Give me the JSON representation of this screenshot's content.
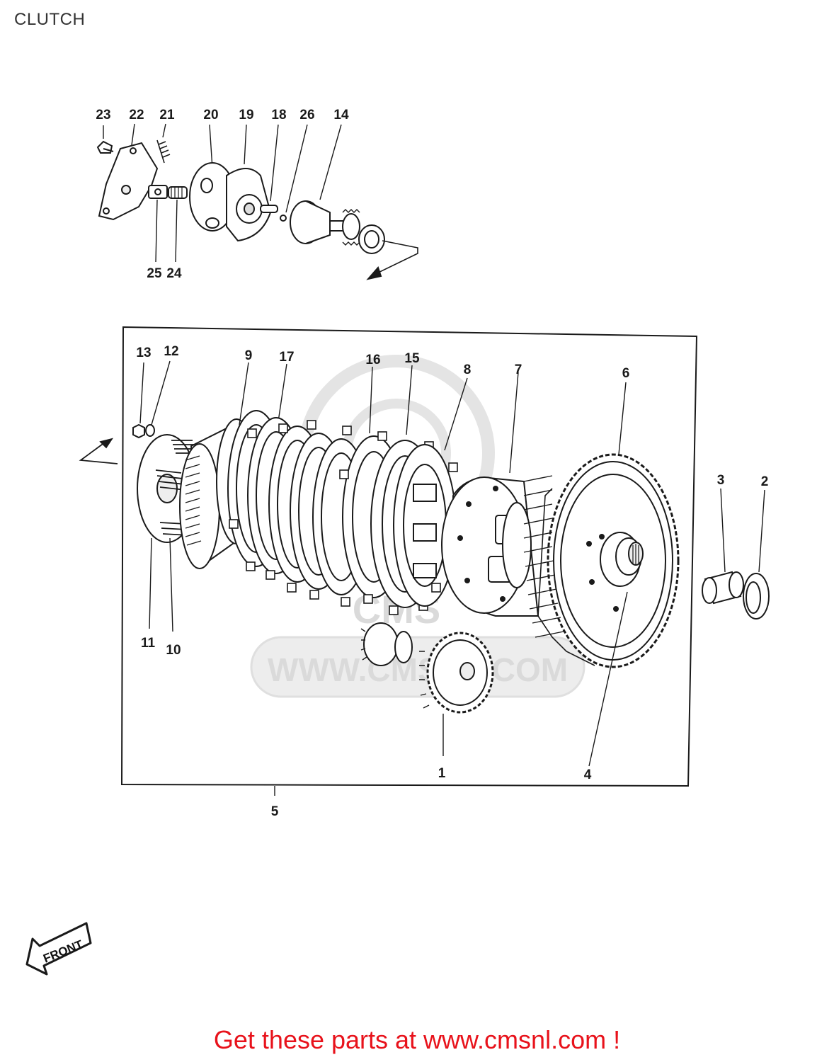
{
  "page": {
    "title": "CLUTCH"
  },
  "watermark": {
    "text": "WWW.CMSNL.COM",
    "logo_text": "CMS"
  },
  "front_marker": {
    "text": "FRONT"
  },
  "callouts": {
    "c1": "1",
    "c2": "2",
    "c3": "3",
    "c4": "4",
    "c5": "5",
    "c6": "6",
    "c7": "7",
    "c8": "8",
    "c9": "9",
    "c10": "10",
    "c11": "11",
    "c12": "12",
    "c13": "13",
    "c14": "14",
    "c15": "15",
    "c16": "16",
    "c17": "17",
    "c18": "18",
    "c19": "19",
    "c20": "20",
    "c21": "21",
    "c22": "22",
    "c23": "23",
    "c24": "24",
    "c25": "25",
    "c26": "26"
  },
  "footer": {
    "cta": "Get these parts at www.cmsnl.com !"
  },
  "colors": {
    "cta": "#e8121b",
    "line": "#1a1a1a",
    "watermark": "#d6d6d6"
  }
}
